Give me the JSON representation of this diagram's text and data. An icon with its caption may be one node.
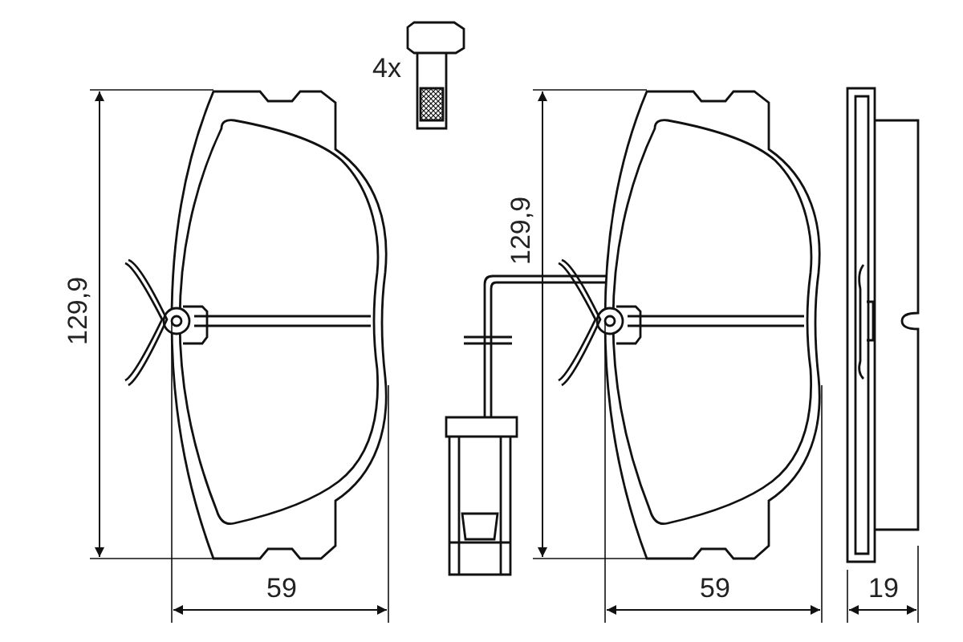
{
  "diagram": {
    "labels": [
      "4x",
      "129,9",
      "59",
      "129,9",
      "59",
      "19"
    ]
  }
}
